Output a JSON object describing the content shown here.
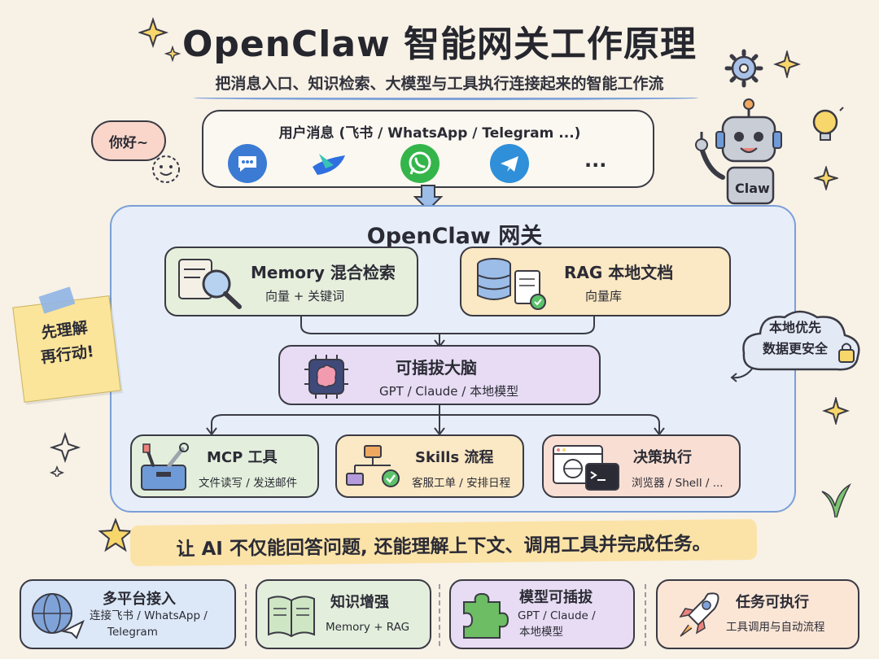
{
  "header": {
    "title": "OpenClaw 智能网关工作原理",
    "subtitle": "把消息入口、知识检索、大模型与工具执行连接起来的智能工作流"
  },
  "greeting_bubble": "你好~",
  "sticky_note": {
    "line1": "先理解",
    "line2": "再行动!"
  },
  "robot_badge": "Claw",
  "cloud_note": {
    "line1": "本地优先",
    "line2": "数据更安全"
  },
  "user_messages": {
    "label": "用户消息 (飞书 / WhatsApp / Telegram ...)",
    "apps": [
      {
        "icon": "chat-bubble-icon",
        "color": "#3b7bd4"
      },
      {
        "icon": "feishu-icon",
        "color": "#2f6fe0"
      },
      {
        "icon": "whatsapp-icon",
        "color": "#34b54a"
      },
      {
        "icon": "telegram-icon",
        "color": "#2f8fd8"
      }
    ],
    "more": "..."
  },
  "gateway": {
    "title": "OpenClaw 网关",
    "memory": {
      "title": "Memory 混合检索",
      "sub": "向量 + 关键词",
      "color": "#e6efdc"
    },
    "rag": {
      "title": "RAG 本地文档",
      "sub": "向量库",
      "color": "#fbe8c4"
    },
    "brain": {
      "title": "可插拔大脑",
      "sub": "GPT / Claude / 本地模型",
      "color": "#e7dcf3"
    },
    "tools": [
      {
        "title": "MCP 工具",
        "sub": "文件读写 / 发送邮件",
        "color": "#e3efdc"
      },
      {
        "title": "Skills 流程",
        "sub": "客服工单 / 安排日程",
        "color": "#fbe8c4"
      },
      {
        "title": "决策执行",
        "sub": "浏览器 / Shell / ...",
        "color": "#f9dfd3"
      }
    ]
  },
  "banner": "让 AI 不仅能回答问题, 还能理解上下文、调用工具并完成任务。",
  "features": [
    {
      "title": "多平台接入",
      "sub1": "连接飞书 / WhatsApp /",
      "sub2": "Telegram",
      "color": "#dce8f7"
    },
    {
      "title": "知识增强",
      "sub1": "Memory + RAG",
      "sub2": "",
      "color": "#e3efdc"
    },
    {
      "title": "模型可插拔",
      "sub1": "GPT / Claude /",
      "sub2": "本地模型",
      "color": "#e7dcf3"
    },
    {
      "title": "任务可执行",
      "sub1": "工具调用与自动流程",
      "sub2": "",
      "color": "#fbe6d6"
    }
  ]
}
